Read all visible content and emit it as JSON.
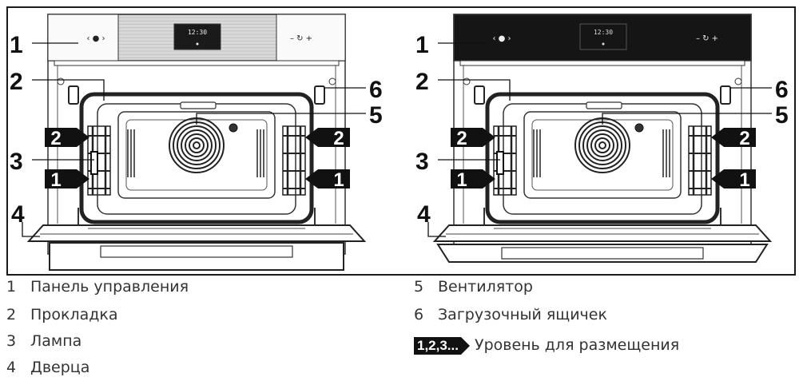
{
  "diagram": {
    "ovens": [
      {
        "variant": "steel",
        "panel_color": "#d9d9d9",
        "display_time": "12:30"
      },
      {
        "variant": "black",
        "panel_color": "#151515",
        "display_time": "12:30"
      }
    ],
    "callouts": [
      "1",
      "2",
      "3",
      "4",
      "5",
      "6"
    ],
    "level_arrows": [
      "2",
      "1"
    ],
    "panel_symbols": {
      "left": "‹ ● ›",
      "right": "– ↻ +"
    }
  },
  "legend": {
    "items": [
      {
        "num": "1",
        "label": "Панель управления"
      },
      {
        "num": "2",
        "label": "Прокладка"
      },
      {
        "num": "3",
        "label": "Лампа"
      },
      {
        "num": "4",
        "label": "Дверца"
      },
      {
        "num": "5",
        "label": "Вентилятор"
      },
      {
        "num": "6",
        "label": "Загрузочный ящичек"
      }
    ],
    "badge_text": "1,2,3...",
    "badge_label": "Уровень для размещения"
  }
}
